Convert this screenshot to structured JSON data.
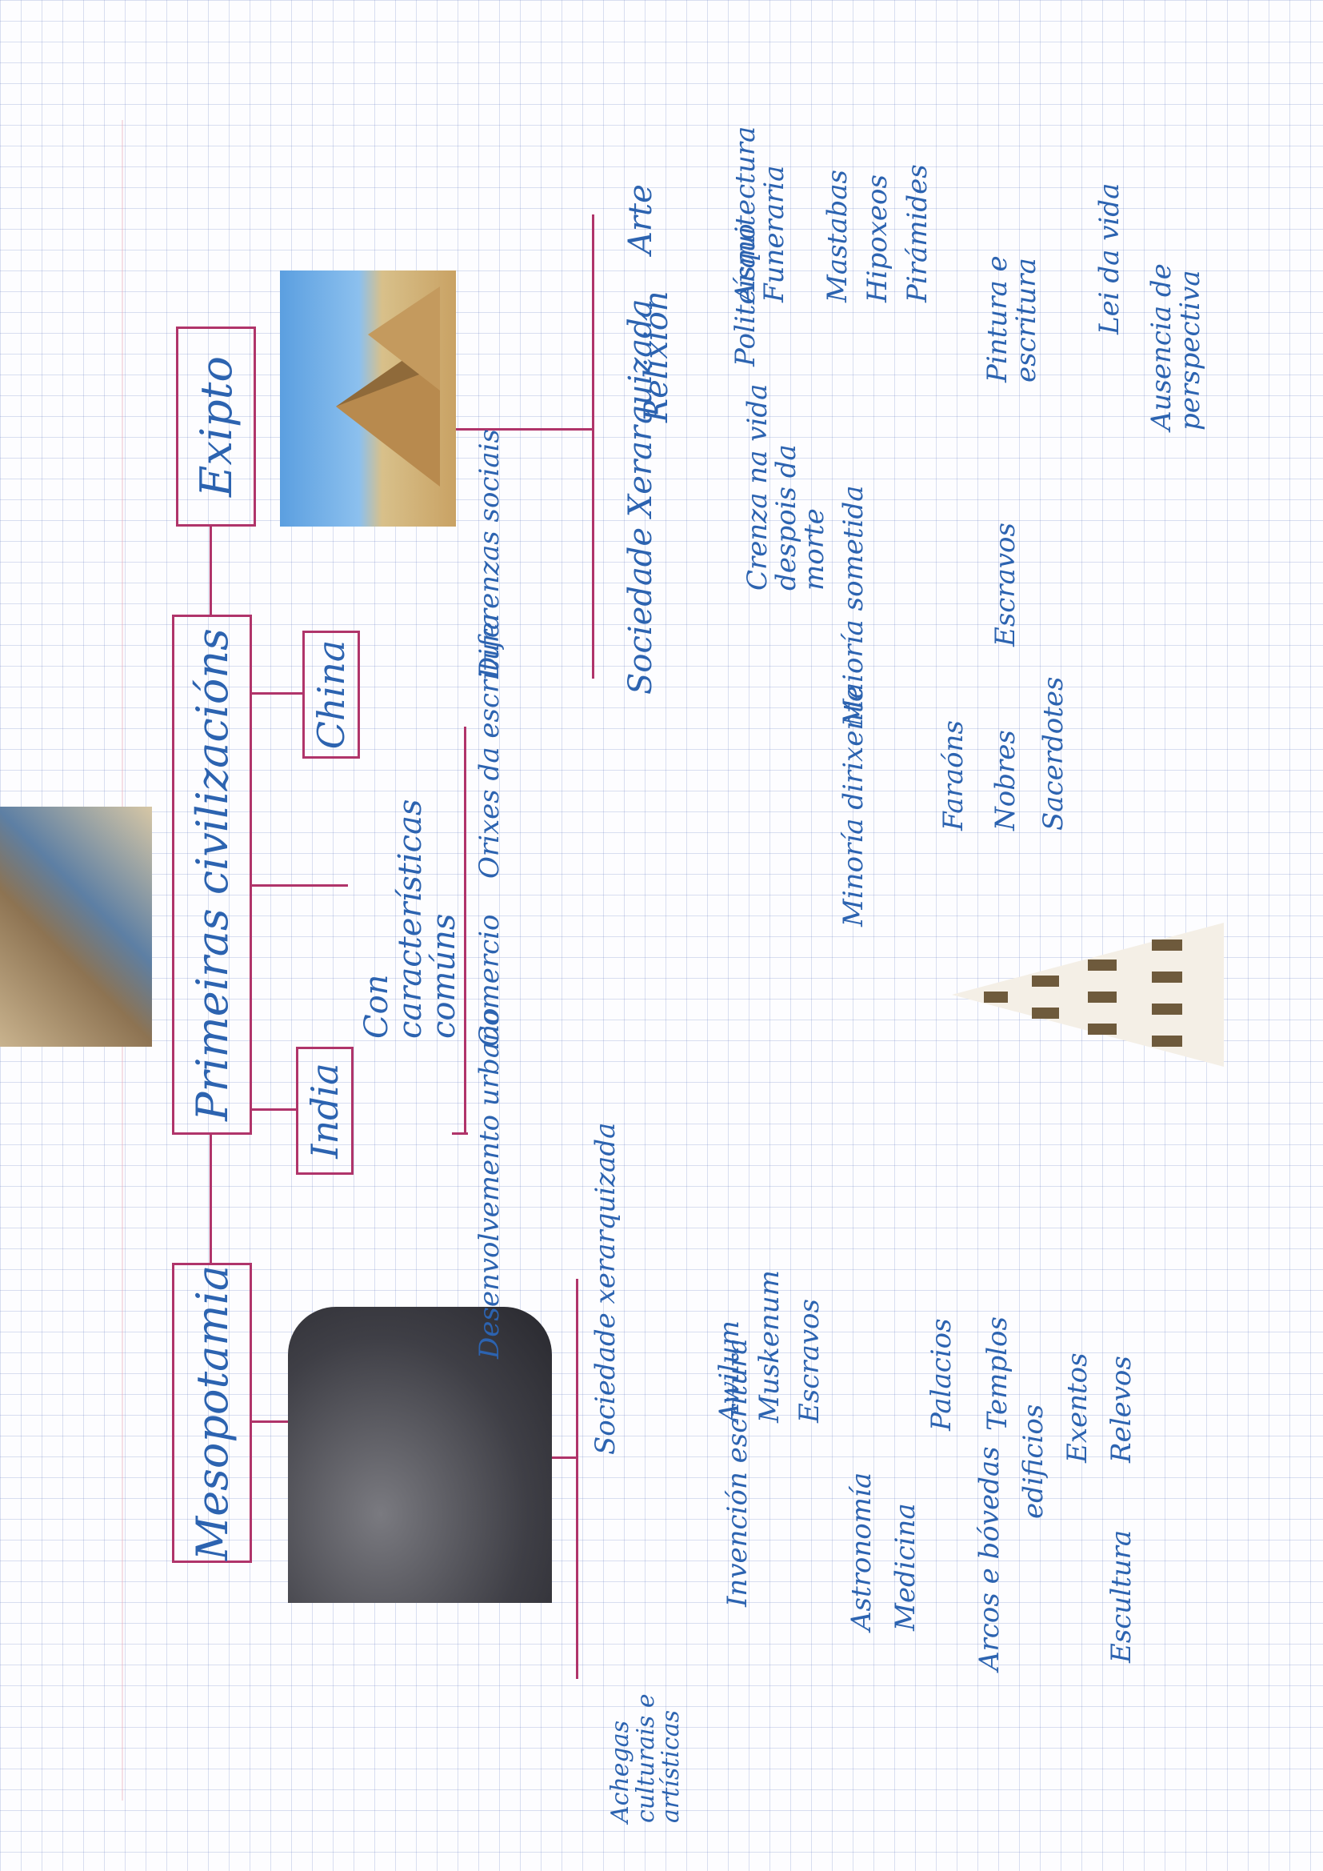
{
  "title": "Primeiras civilizacións",
  "nodes": {
    "mesopotamia": "Mesopotamia",
    "india": "India",
    "china": "China",
    "exipto": "Exipto"
  },
  "common": {
    "header": "Con características comúns",
    "items": [
      "Desenvolvemento urbano",
      "Comercio",
      "Orixes da escritura",
      "Diferenzas sociais"
    ]
  },
  "mesopotamia": {
    "sociedade": "Sociedade xerarquizada",
    "classes": [
      "Awilum",
      "Muskenum",
      "Escravos"
    ],
    "achegas": "Achegas culturais e artísticas",
    "items": [
      "Invención escritura",
      "Astronomía",
      "Medicina",
      "Arcos e bóvedas",
      "edificios",
      "Escultura"
    ],
    "edificios": [
      "Palacios",
      "Templos"
    ],
    "escultura": [
      "Exentos",
      "Relevos"
    ]
  },
  "exipto": {
    "sociedade": "Sociedade Xerarquizada",
    "minoria": "Minoría dirixente",
    "minoria_items": [
      "Faraóns",
      "Nobres",
      "Sacerdotes"
    ],
    "maioria": "Maioría sometida",
    "maioria_items": [
      "Escravos"
    ],
    "relixion": "Relixión",
    "relixion_items": [
      "Politeísmo",
      "Crenza na vida despois da morte"
    ],
    "arte": "Arte",
    "arte_items": [
      "Arquitectura Funeraria",
      "Pintura e escritura"
    ],
    "funeraria": [
      "Mastabas",
      "Hipoxeos",
      "Pirámides"
    ],
    "pintura": [
      "Lei da vida",
      "Ausencia de perspectiva"
    ]
  }
}
